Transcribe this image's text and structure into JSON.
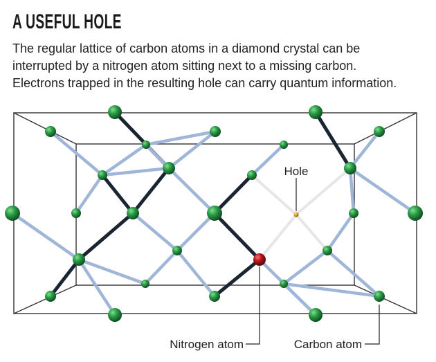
{
  "header": {
    "title": "A USEFUL HOLE",
    "subtitle_lines": [
      "The regular lattice of carbon atoms in a diamond crystal can be",
      "interrupted by a nitrogen atom sitting next to a missing carbon.",
      "Electrons trapped in the resulting hole can carry quantum information."
    ]
  },
  "labels": {
    "hole": "Hole",
    "nitrogen": "Nitrogen atom",
    "carbon": "Carbon atom"
  },
  "colors": {
    "carbon": "#1f8a3c",
    "nitrogen": "#a3161a",
    "hole": "#e39a1e",
    "bond_light": "#9fb6d8",
    "bond_dark": "#1b2433",
    "bond_missing": "#e6e6e6",
    "frame": "#333333"
  }
}
